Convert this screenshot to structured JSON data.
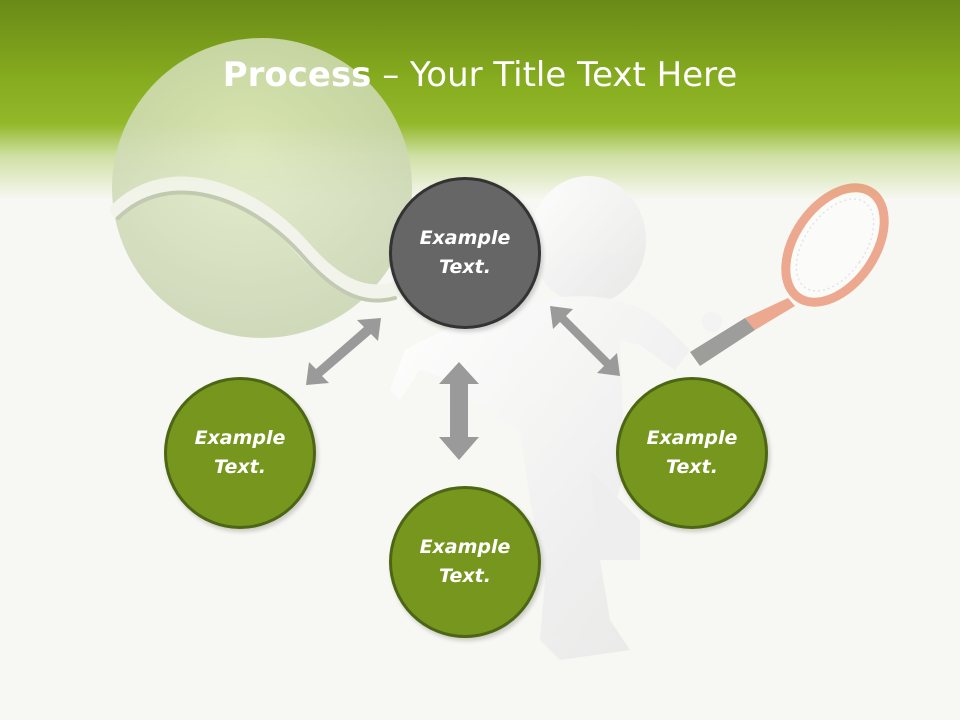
{
  "slide": {
    "title_bold": "Process",
    "title_rest": " – Your Title Text Here"
  },
  "colors": {
    "header_green": "#86ac1f",
    "node_green": "#76961e",
    "node_green_border": "#4d6613",
    "node_center": "#666666",
    "node_center_border": "#333333",
    "arrow": "#9a9a9a"
  },
  "nodes": {
    "top": {
      "text": "Example Text."
    },
    "left": {
      "text": "Example Text."
    },
    "bottom": {
      "text": "Example Text."
    },
    "right": {
      "text": "Example Text."
    }
  },
  "icons": [
    "tennis-ball-icon",
    "figure-icon",
    "tennis-racket-icon",
    "double-arrow-icon"
  ]
}
